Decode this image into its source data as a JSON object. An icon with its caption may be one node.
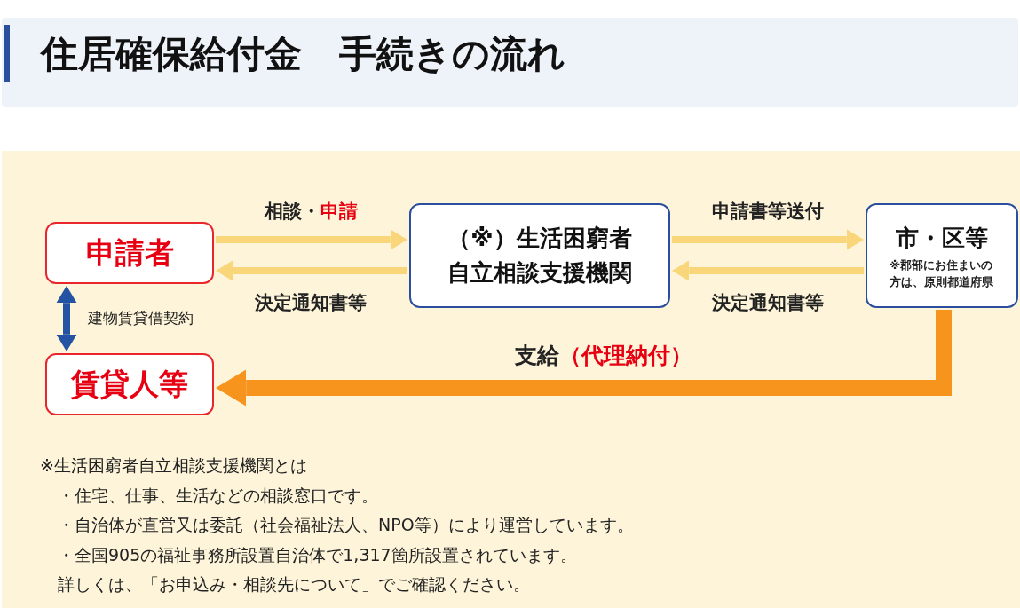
{
  "diagram": {
    "title": "住居確保給付金　手続きの流れ",
    "nodes": [
      {
        "text": [
          "申請者"
        ]
      },
      {
        "text": [
          "（※）生活困窮者自立相談支援機関"
        ]
      },
      {
        "text": [
          "市・区等",
          "※郡部にお住まいの方は、原則都道府県"
        ]
      },
      {
        "text": [
          "賃貸人等"
        ]
      }
    ],
    "edges": [
      {
        "from": 0,
        "to": 1,
        "arrow": "to",
        "label": "相談・**申請**"
      },
      {
        "from": 1,
        "to": 0,
        "arrow": "to",
        "label": "決定通知書等"
      },
      {
        "from": 1,
        "to": 2,
        "arrow": "to",
        "label": "申請書等送付"
      },
      {
        "from": 2,
        "to": 1,
        "arrow": "to",
        "label": "決定通知書等"
      },
      {
        "from": 2,
        "to": 3,
        "arrow": "to",
        "label": "支給**（代理納付）**",
        "style": "thick",
        "color": "#f7941d"
      },
      {
        "from": 0,
        "to": 3,
        "arrow": "both",
        "label": "建物賃貸借契約",
        "color": "#2553a3"
      }
    ],
    "labels": [
      "※生活困窮者自立相談支援機関とは",
      "・住宅、仕事、生活などの相談窓口です。",
      "・自治体が直営又は委託（社会福祉法人、NPO等）により運営しています。",
      "・全国905の福祉事務所設置自治体で1,317箇所設置されています。",
      "詳しくは、「お申込み・相談先について」でご確認ください。"
    ]
  }
}
